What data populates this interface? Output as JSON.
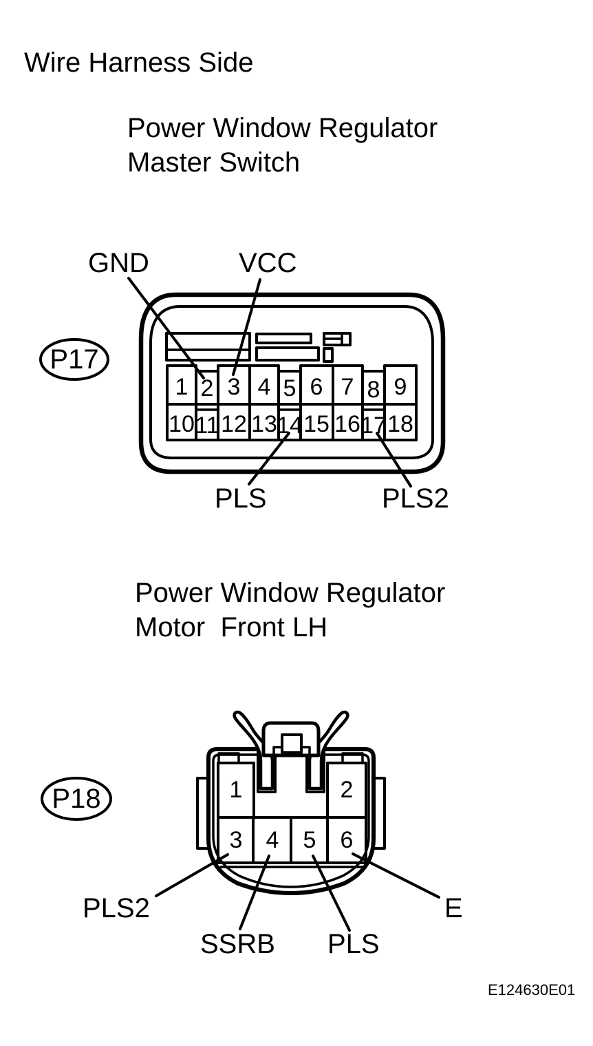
{
  "colors": {
    "ink": "#000000",
    "paper": "#ffffff"
  },
  "title": "Wire Harness Side",
  "figure_code": "E124630E01",
  "connectors": [
    {
      "id": "P17",
      "name_line1": "Power Window Regulator",
      "name_line2": "Master Switch",
      "pins": [
        "1",
        "2",
        "3",
        "4",
        "5",
        "6",
        "7",
        "8",
        "9",
        "10",
        "11",
        "12",
        "13",
        "14",
        "15",
        "16",
        "17",
        "18"
      ],
      "signals": [
        {
          "label": "GND",
          "pin": "2"
        },
        {
          "label": "VCC",
          "pin": "3"
        },
        {
          "label": "PLS",
          "pin": "14"
        },
        {
          "label": "PLS2",
          "pin": "17"
        }
      ]
    },
    {
      "id": "P18",
      "name_line1": "Power Window Regulator",
      "name_line2": "Motor  Front LH",
      "pins": [
        "1",
        "2",
        "3",
        "4",
        "5",
        "6"
      ],
      "signals": [
        {
          "label": "PLS2",
          "pin": "3"
        },
        {
          "label": "SSRB",
          "pin": "4"
        },
        {
          "label": "PLS",
          "pin": "5"
        },
        {
          "label": "E",
          "pin": "6"
        }
      ]
    }
  ]
}
